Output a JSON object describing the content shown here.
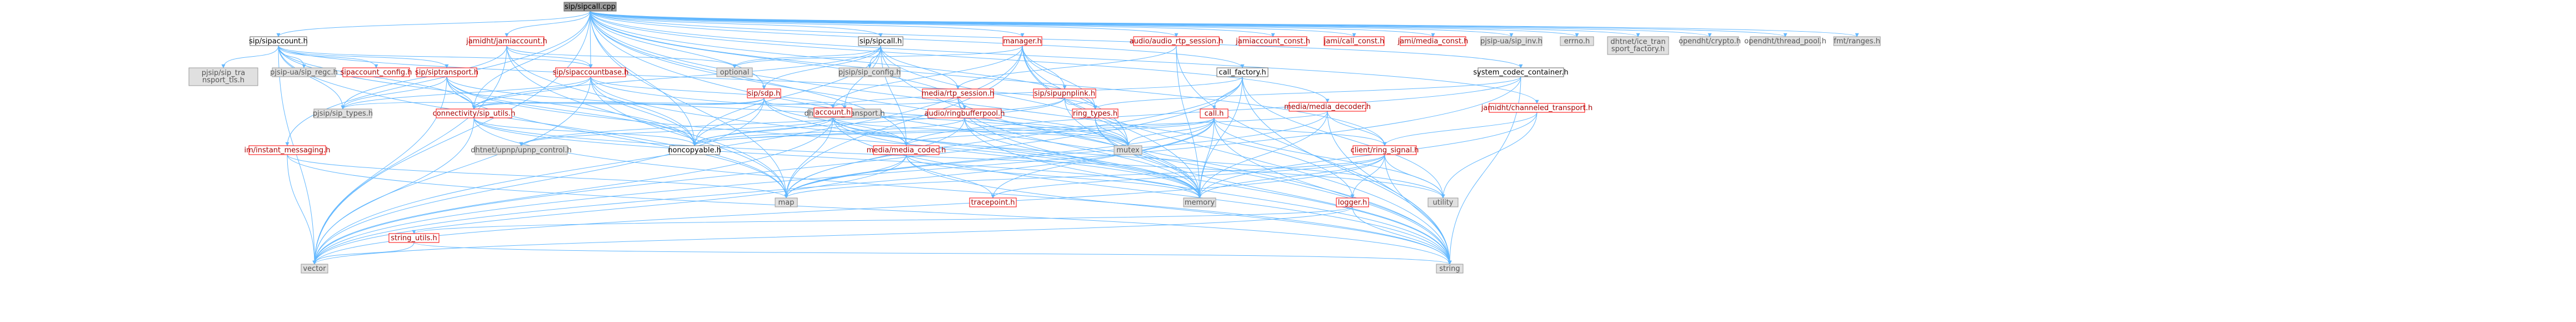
{
  "colors": {
    "root_fill": "#999999",
    "internal_fill": "#ffffff",
    "internal_border": "#ff0000",
    "internal_text": "#a50000",
    "external_fill": "#e0e0e0",
    "external_border": "#999999",
    "external_text": "#555555",
    "edge": "#63b8ff"
  },
  "root": {
    "id": "root",
    "label": "sip/sipcall.cpp"
  },
  "nodes": [
    {
      "id": "sipaccount_h",
      "label": "sip/sipaccount.h",
      "kind": "plain"
    },
    {
      "id": "jamiaccount_h",
      "label": "jamidht/jamiaccount.h",
      "kind": "internal"
    },
    {
      "id": "sipcall_h",
      "label": "sip/sipcall.h",
      "kind": "plain"
    },
    {
      "id": "manager_h",
      "label": "manager.h",
      "kind": "internal"
    },
    {
      "id": "audio_rtp",
      "label": "audio/audio_rtp_session.h",
      "kind": "internal"
    },
    {
      "id": "jamiaccount_const",
      "label": "jamiaccount_const.h",
      "kind": "internal"
    },
    {
      "id": "call_const",
      "label": "jami/call_const.h",
      "kind": "internal"
    },
    {
      "id": "media_const",
      "label": "jami/media_const.h",
      "kind": "internal"
    },
    {
      "id": "pjsip_inv",
      "label": "pjsip-ua/sip_inv.h",
      "kind": "external"
    },
    {
      "id": "errno_h",
      "label": "errno.h",
      "kind": "external"
    },
    {
      "id": "ice_factory",
      "label": "dhtnet/ice_transport_factory.h",
      "kind": "external"
    },
    {
      "id": "opendht_crypto",
      "label": "opendht/crypto.h",
      "kind": "external"
    },
    {
      "id": "opendht_pool",
      "label": "opendht/thread_pool.h",
      "kind": "external"
    },
    {
      "id": "fmt_ranges",
      "label": "fmt/ranges.h",
      "kind": "external"
    },
    {
      "id": "pjsip_transport_tls",
      "label": "pjsip/sip_transport_tls.h",
      "kind": "external"
    },
    {
      "id": "pjsip_regc",
      "label": "pjsip-ua/sip_regc.h",
      "kind": "external"
    },
    {
      "id": "sipaccount_config",
      "label": "sipaccount_config.h",
      "kind": "internal"
    },
    {
      "id": "siptransport_h",
      "label": "sip/siptransport.h",
      "kind": "internal"
    },
    {
      "id": "sipaccountbase_h",
      "label": "sip/sipaccountbase.h",
      "kind": "internal"
    },
    {
      "id": "optional",
      "label": "optional",
      "kind": "external"
    },
    {
      "id": "sdp_h",
      "label": "sip/sdp.h",
      "kind": "internal"
    },
    {
      "id": "pjsip_config",
      "label": "pjsip/sip_config.h",
      "kind": "external"
    },
    {
      "id": "media_rtp_session",
      "label": "media/rtp_session.h",
      "kind": "internal"
    },
    {
      "id": "sipupnplink",
      "label": "sip/sipupnplink.h",
      "kind": "internal"
    },
    {
      "id": "call_factory",
      "label": "call_factory.h",
      "kind": "plain"
    },
    {
      "id": "media_decoder",
      "label": "media/media_decoder.h",
      "kind": "internal"
    },
    {
      "id": "system_codec",
      "label": "system_codec_container.h",
      "kind": "plain"
    },
    {
      "id": "channeled_transport",
      "label": "jamidht/channeled_transport.h",
      "kind": "internal"
    },
    {
      "id": "pjsip_types",
      "label": "pjsip/sip_types.h",
      "kind": "external"
    },
    {
      "id": "connectivity_utils",
      "label": "connectivity/sip_utils.h",
      "kind": "internal"
    },
    {
      "id": "ice_transport",
      "label": "dhtnet/ice_transport.h",
      "kind": "external"
    },
    {
      "id": "account_h",
      "label": "account.h",
      "kind": "internal"
    },
    {
      "id": "ringbufferpool",
      "label": "audio/ringbufferpool.h",
      "kind": "internal"
    },
    {
      "id": "ring_types",
      "label": "ring_types.h",
      "kind": "internal"
    },
    {
      "id": "call_h",
      "label": "call.h",
      "kind": "internal"
    },
    {
      "id": "instant_messaging",
      "label": "im/instant_messaging.h",
      "kind": "internal"
    },
    {
      "id": "upnp_control",
      "label": "dhtnet/upnp/upnp_control.h",
      "kind": "external"
    },
    {
      "id": "noncopyable",
      "label": "noncopyable.h",
      "kind": "plain"
    },
    {
      "id": "media_codec",
      "label": "media/media_codec.h",
      "kind": "internal"
    },
    {
      "id": "mutex",
      "label": "mutex",
      "kind": "external"
    },
    {
      "id": "ring_signal",
      "label": "client/ring_signal.h",
      "kind": "internal"
    },
    {
      "id": "map",
      "label": "map",
      "kind": "external"
    },
    {
      "id": "tracepoint",
      "label": "tracepoint.h",
      "kind": "internal"
    },
    {
      "id": "memory",
      "label": "memory",
      "kind": "external"
    },
    {
      "id": "logger",
      "label": "logger.h",
      "kind": "internal"
    },
    {
      "id": "utility",
      "label": "utility",
      "kind": "external"
    },
    {
      "id": "string_utils",
      "label": "string_utils.h",
      "kind": "internal"
    },
    {
      "id": "vector",
      "label": "vector",
      "kind": "external"
    },
    {
      "id": "string",
      "label": "string",
      "kind": "external"
    }
  ],
  "edges": [
    [
      "root",
      "sipaccount_h"
    ],
    [
      "root",
      "jamiaccount_h"
    ],
    [
      "root",
      "sipcall_h"
    ],
    [
      "root",
      "manager_h"
    ],
    [
      "root",
      "audio_rtp"
    ],
    [
      "root",
      "jamiaccount_const"
    ],
    [
      "root",
      "call_const"
    ],
    [
      "root",
      "media_const"
    ],
    [
      "root",
      "pjsip_inv"
    ],
    [
      "root",
      "errno_h"
    ],
    [
      "root",
      "ice_factory"
    ],
    [
      "root",
      "opendht_crypto"
    ],
    [
      "root",
      "opendht_pool"
    ],
    [
      "root",
      "fmt_ranges"
    ],
    [
      "root",
      "sipaccountbase_h"
    ],
    [
      "root",
      "sdp_h"
    ],
    [
      "root",
      "call_factory"
    ],
    [
      "root",
      "media_decoder"
    ],
    [
      "root",
      "system_codec"
    ],
    [
      "root",
      "channeled_transport"
    ],
    [
      "root",
      "connectivity_utils"
    ],
    [
      "root",
      "ringbufferpool"
    ],
    [
      "root",
      "ring_types"
    ],
    [
      "root",
      "instant_messaging"
    ],
    [
      "root",
      "noncopyable"
    ],
    [
      "root",
      "media_codec"
    ],
    [
      "root",
      "ring_signal"
    ],
    [
      "root",
      "logger"
    ],
    [
      "root",
      "memory"
    ],
    [
      "root",
      "string"
    ],
    [
      "root",
      "vector"
    ],
    [
      "root",
      "map"
    ],
    [
      "sipaccount_h",
      "pjsip_transport_tls"
    ],
    [
      "sipaccount_h",
      "pjsip_regc"
    ],
    [
      "sipaccount_h",
      "sipaccount_config"
    ],
    [
      "sipaccount_h",
      "siptransport_h"
    ],
    [
      "sipaccount_h",
      "sipaccountbase_h"
    ],
    [
      "sipaccount_h",
      "noncopyable"
    ],
    [
      "sipaccount_h",
      "connectivity_utils"
    ],
    [
      "sipaccount_h",
      "ring_types"
    ],
    [
      "sipaccount_h",
      "pjsip_types"
    ],
    [
      "sipaccount_h",
      "vector"
    ],
    [
      "sipaccount_h",
      "map"
    ],
    [
      "jamiaccount_h",
      "sipaccountbase_h"
    ],
    [
      "jamiaccount_h",
      "optional"
    ],
    [
      "jamiaccount_h",
      "noncopyable"
    ],
    [
      "jamiaccount_h",
      "vector"
    ],
    [
      "jamiaccount_h",
      "map"
    ],
    [
      "jamiaccount_h",
      "pjsip_types"
    ],
    [
      "sipcall_h",
      "media_rtp_session"
    ],
    [
      "sipcall_h",
      "optional"
    ],
    [
      "sipcall_h",
      "sdp_h"
    ],
    [
      "sipcall_h",
      "pjsip_config"
    ],
    [
      "sipcall_h",
      "connectivity_utils"
    ],
    [
      "sipcall_h",
      "noncopyable"
    ],
    [
      "sipcall_h",
      "media_codec"
    ],
    [
      "sipcall_h",
      "ice_transport"
    ],
    [
      "sipcall_h",
      "mutex"
    ],
    [
      "sipcall_h",
      "string"
    ],
    [
      "manager_h",
      "sipupnplink"
    ],
    [
      "manager_h",
      "account_h"
    ],
    [
      "manager_h",
      "ring_types"
    ],
    [
      "manager_h",
      "memory"
    ],
    [
      "manager_h",
      "map"
    ],
    [
      "manager_h",
      "string"
    ],
    [
      "manager_h",
      "vector"
    ],
    [
      "manager_h",
      "mutex"
    ],
    [
      "manager_h",
      "optional"
    ],
    [
      "audio_rtp",
      "media_rtp_session"
    ],
    [
      "audio_rtp",
      "string"
    ],
    [
      "audio_rtp",
      "memory"
    ],
    [
      "siptransport_h",
      "pjsip_types"
    ],
    [
      "siptransport_h",
      "connectivity_utils"
    ],
    [
      "siptransport_h",
      "noncopyable"
    ],
    [
      "siptransport_h",
      "map"
    ],
    [
      "siptransport_h",
      "mutex"
    ],
    [
      "siptransport_h",
      "vector"
    ],
    [
      "siptransport_h",
      "memory"
    ],
    [
      "sipaccountbase_h",
      "account_h"
    ],
    [
      "sipaccountbase_h",
      "connectivity_utils"
    ],
    [
      "sipaccountbase_h",
      "noncopyable"
    ],
    [
      "sipaccountbase_h",
      "pjsip_types"
    ],
    [
      "sipaccountbase_h",
      "mutex"
    ],
    [
      "sipaccountbase_h",
      "vector"
    ],
    [
      "sipaccountbase_h",
      "map"
    ],
    [
      "sipaccountbase_h",
      "memory"
    ],
    [
      "sdp_h",
      "connectivity_utils"
    ],
    [
      "sdp_h",
      "noncopyable"
    ],
    [
      "sdp_h",
      "ice_transport"
    ],
    [
      "sdp_h",
      "pjsip_types"
    ],
    [
      "sdp_h",
      "media_codec"
    ],
    [
      "sdp_h",
      "memory"
    ],
    [
      "sdp_h",
      "vector"
    ],
    [
      "media_rtp_session",
      "connectivity_utils"
    ],
    [
      "media_rtp_session",
      "mutex"
    ],
    [
      "media_rtp_session",
      "memory"
    ],
    [
      "media_rtp_session",
      "string"
    ],
    [
      "sipupnplink",
      "upnp_control"
    ],
    [
      "sipupnplink",
      "noncopyable"
    ],
    [
      "sipupnplink",
      "memory"
    ],
    [
      "sipupnplink",
      "ring_types"
    ],
    [
      "call_factory",
      "call_h"
    ],
    [
      "call_factory",
      "account_h"
    ],
    [
      "call_factory",
      "map"
    ],
    [
      "call_factory",
      "memory"
    ],
    [
      "call_factory",
      "string"
    ],
    [
      "call_factory",
      "utility"
    ],
    [
      "call_factory",
      "vector"
    ],
    [
      "media_decoder",
      "ring_signal"
    ],
    [
      "media_decoder",
      "noncopyable"
    ],
    [
      "media_decoder",
      "map"
    ],
    [
      "media_decoder",
      "memory"
    ],
    [
      "media_decoder",
      "string"
    ],
    [
      "system_codec",
      "media_codec"
    ],
    [
      "system_codec",
      "ring_types"
    ],
    [
      "system_codec",
      "string"
    ],
    [
      "system_codec",
      "vector"
    ],
    [
      "channeled_transport",
      "ring_signal"
    ],
    [
      "channeled_transport",
      "memory"
    ],
    [
      "channeled_transport",
      "utility"
    ],
    [
      "connectivity_utils",
      "noncopyable"
    ],
    [
      "connectivity_utils",
      "string"
    ],
    [
      "connectivity_utils",
      "vector"
    ],
    [
      "connectivity_utils",
      "memory"
    ],
    [
      "connectivity_utils",
      "utility"
    ],
    [
      "account_h",
      "noncopyable"
    ],
    [
      "account_h",
      "media_codec"
    ],
    [
      "account_h",
      "map"
    ],
    [
      "account_h",
      "memory"
    ],
    [
      "account_h",
      "string"
    ],
    [
      "account_h",
      "utility"
    ],
    [
      "account_h",
      "vector"
    ],
    [
      "account_h",
      "mutex"
    ],
    [
      "account_h",
      "upnp_control"
    ],
    [
      "ringbufferpool",
      "noncopyable"
    ],
    [
      "ringbufferpool",
      "mutex"
    ],
    [
      "ringbufferpool",
      "map"
    ],
    [
      "ringbufferpool",
      "memory"
    ],
    [
      "ringbufferpool",
      "string"
    ],
    [
      "ring_types",
      "mutex"
    ],
    [
      "ring_types",
      "memory"
    ],
    [
      "ring_types",
      "string"
    ],
    [
      "call_h",
      "noncopyable"
    ],
    [
      "call_h",
      "ring_signal"
    ],
    [
      "call_h",
      "tracepoint"
    ],
    [
      "call_h",
      "map"
    ],
    [
      "call_h",
      "memory"
    ],
    [
      "call_h",
      "mutex"
    ],
    [
      "call_h",
      "string"
    ],
    [
      "call_h",
      "utility"
    ],
    [
      "call_h",
      "vector"
    ],
    [
      "call_h",
      "media_codec"
    ],
    [
      "instant_messaging",
      "vector"
    ],
    [
      "instant_messaging",
      "map"
    ],
    [
      "instant_messaging",
      "string"
    ],
    [
      "media_codec",
      "string"
    ],
    [
      "media_codec",
      "memory"
    ],
    [
      "media_codec",
      "map"
    ],
    [
      "media_codec",
      "vector"
    ],
    [
      "media_codec",
      "tracepoint"
    ],
    [
      "ring_signal",
      "logger"
    ],
    [
      "ring_signal",
      "tracepoint"
    ],
    [
      "ring_signal",
      "map"
    ],
    [
      "ring_signal",
      "memory"
    ],
    [
      "ring_signal",
      "string"
    ],
    [
      "ring_signal",
      "utility"
    ],
    [
      "ring_signal",
      "vector"
    ],
    [
      "logger",
      "string_utils"
    ],
    [
      "logger",
      "string"
    ],
    [
      "logger",
      "vector"
    ],
    [
      "string_utils",
      "string"
    ],
    [
      "string_utils",
      "vector"
    ]
  ]
}
